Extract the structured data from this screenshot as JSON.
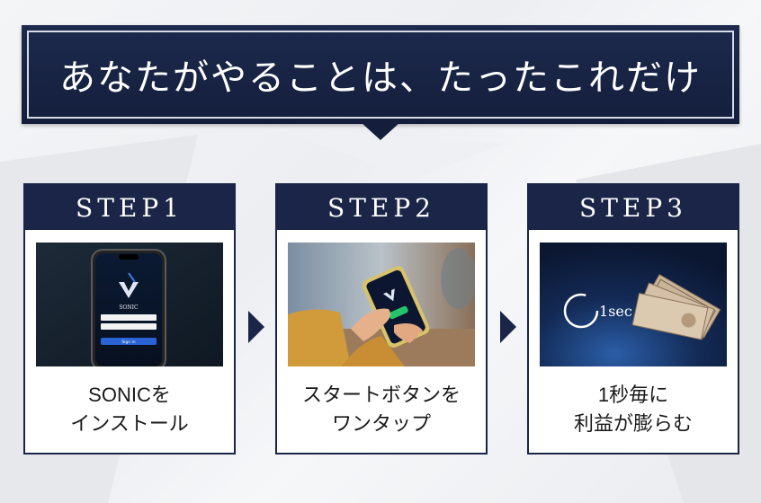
{
  "banner": {
    "title": "あなたがやることは、たったこれだけ"
  },
  "steps": [
    {
      "label": "STEP1",
      "image": {
        "app_name": "SONIC",
        "signin_label": "Sign in"
      },
      "desc_line1": "SONICを",
      "desc_line2": "インストール"
    },
    {
      "label": "STEP2",
      "desc_line1": "スタートボタンを",
      "desc_line2": "ワンタップ"
    },
    {
      "label": "STEP3",
      "image": {
        "timer_text": "1sec"
      },
      "desc_line1": "1秒毎に",
      "desc_line2": "利益が膨らむ"
    }
  ],
  "colors": {
    "navy": "#1a2547",
    "banner": "#141e3c",
    "background": "#f0f1f4"
  }
}
